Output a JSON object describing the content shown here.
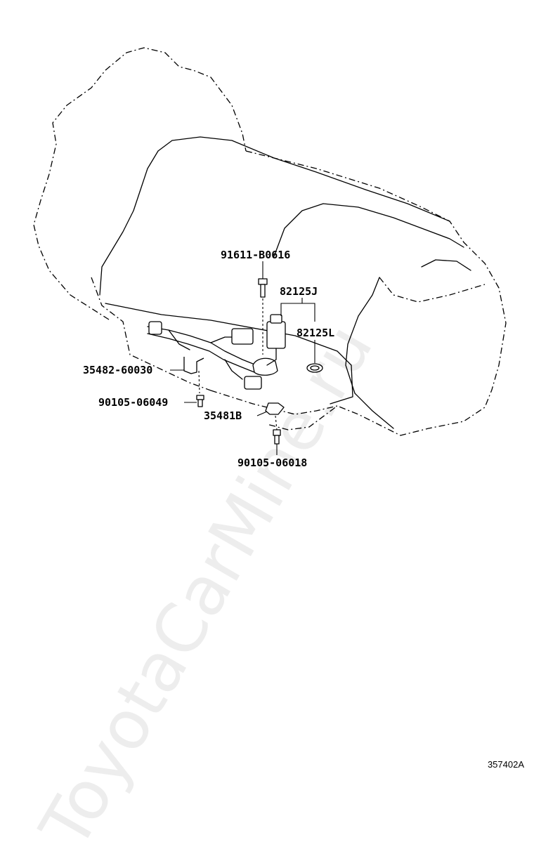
{
  "parts": [
    {
      "id": "p1",
      "label": "91611-B0616"
    },
    {
      "id": "p2",
      "label": "82125J"
    },
    {
      "id": "p3",
      "label": "82125L"
    },
    {
      "id": "p4",
      "label": "35482-60030"
    },
    {
      "id": "p5",
      "label": "90105-06049"
    },
    {
      "id": "p6",
      "label": "35481B"
    },
    {
      "id": "p7",
      "label": "90105-06018"
    }
  ],
  "figure_id": "357402A",
  "watermark": "ToyotaCarMine.ru"
}
